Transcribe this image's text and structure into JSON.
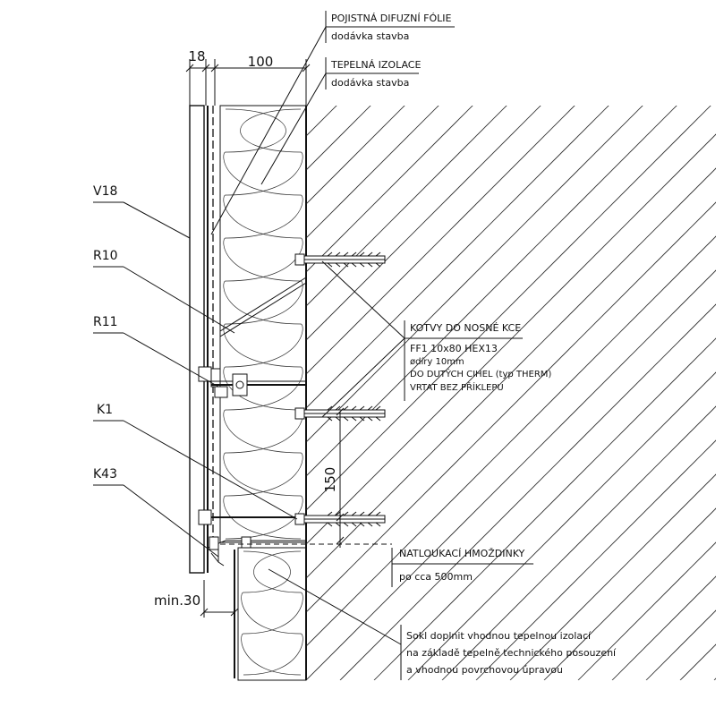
{
  "callouts": {
    "membrane": {
      "line1": "POJISTNÁ DIFUZNÍ FÓLIE",
      "line2": "dodávka stavba"
    },
    "insulation": {
      "line1": "TEPELNÁ IZOLACE",
      "line2": "dodávka stavba"
    },
    "anchors": {
      "title": "KOTVY DO NOSNÉ KCE",
      "line1": "FF1 10x80 HEX13",
      "line2": "ødíry 10mm",
      "line3": "DO DUTÝCH CIHEL (typ THERM)",
      "line4": "VRTAT BEZ PŘÍKLEPU"
    },
    "dowels": {
      "title": "NATLOUKACÍ HMOŽDINKY",
      "line1": "po cca 500mm"
    },
    "plinth": {
      "line1": "Sokl doplnit vhodnou tepelnou izolací",
      "line2": "na základě tepelně technického posouzení",
      "line3": "a vhodnou povrchovou úpravou"
    }
  },
  "components": {
    "v18": "V18",
    "r10": "R10",
    "r11": "R11",
    "k1": "K1",
    "k43": "K43"
  },
  "dimensions": {
    "panel": "18",
    "insulation": "100",
    "spacing": "150",
    "gap": "min.30"
  }
}
